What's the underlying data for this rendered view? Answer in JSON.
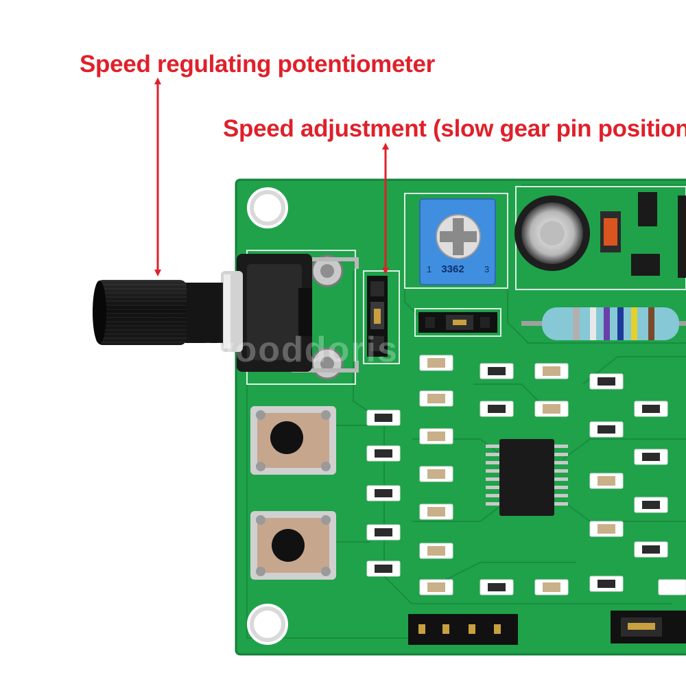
{
  "annotations": {
    "potentiometer": "Speed regulating potentiometer",
    "jumper": "Speed adjustment (slow gear pin position)"
  },
  "trimmer_marking": "3362",
  "trimmer_pin_left": "1",
  "trimmer_pin_right": "3",
  "watermark": "wooddoris",
  "colors": {
    "annotation": "#e0202a",
    "pcb": "#1fa24a",
    "trimmer": "#3f8ee0"
  }
}
